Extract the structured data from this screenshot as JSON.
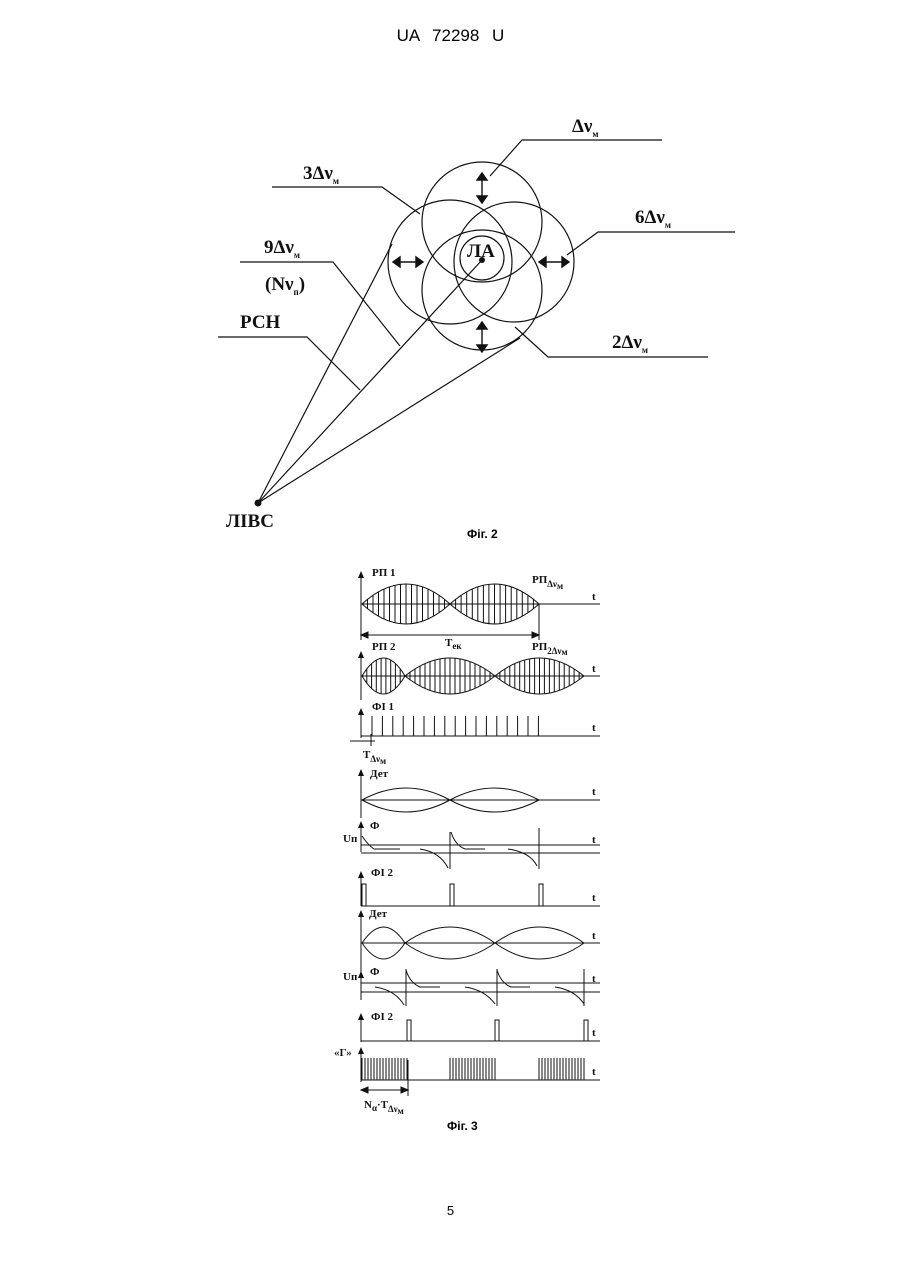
{
  "header": "UA   72298   U",
  "page_number": "5",
  "figure2": {
    "caption": "Фіг. 2",
    "labels": {
      "dv": "Δν",
      "dv_sub": "м",
      "l3": "3Δν",
      "l3_sub": "м",
      "l6": "6Δν",
      "l6_sub": "м",
      "l9": "9Δν",
      "l9_sub": "м",
      "nvn": "(Nν",
      "nvn_sub": "п",
      "nvn_close": ")",
      "l2": "2Δν",
      "l2_sub": "м",
      "rsn": "РСН",
      "la": "ЛА",
      "livs": "ЛІВС"
    }
  },
  "figure3": {
    "caption": "Фіг. 3",
    "t": "t",
    "labels": {
      "rp1": "РП 1",
      "rp1_right": "РП",
      "rp1_right_sub": "Δν",
      "rp1_right_sub2": "м",
      "tek": "T",
      "tek_sub": "ек",
      "rp2": "РП 2",
      "rp2_right": "РП",
      "rp2_right_sub": "2Δν",
      "rp2_right_sub2": "м",
      "fi1": "ФІ 1",
      "tdv": "T",
      "tdv_sub": "Δν",
      "tdv_sub2": "м",
      "det1": "Дет",
      "un1": "Uп",
      "f1": "Ф",
      "fi2a": "ФІ 2",
      "det2": "Дет",
      "un2": "Uп",
      "f2": "Ф",
      "fi2b": "ФІ 2",
      "quote": "«Г»",
      "na": "N",
      "na_sub": "α",
      "na_t": "·T",
      "na_t_sub": "Δν",
      "na_t_sub2": "м"
    }
  }
}
